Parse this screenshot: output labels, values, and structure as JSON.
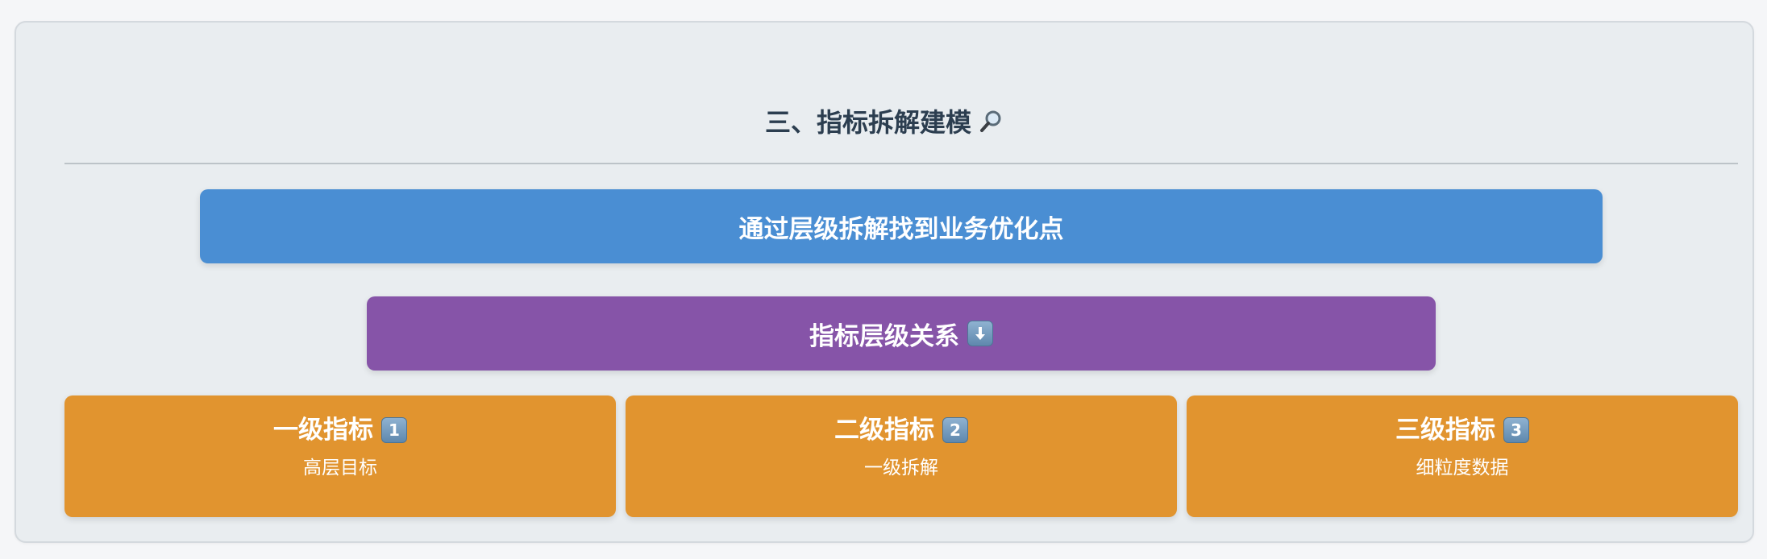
{
  "section": {
    "title": "三、指标拆解建模",
    "title_icon": "magnifying-glass-icon"
  },
  "banner_top": {
    "text": "通过层级拆解找到业务优化点"
  },
  "banner_middle": {
    "text": "指标层级关系",
    "icon": "down-arrow-key-icon"
  },
  "levels": [
    {
      "title": "一级指标",
      "badge": "1",
      "subtitle": "高层目标"
    },
    {
      "title": "二级指标",
      "badge": "2",
      "subtitle": "一级拆解"
    },
    {
      "title": "三级指标",
      "badge": "3",
      "subtitle": "细粒度数据"
    }
  ],
  "colors": {
    "background": "#e9edf0",
    "title": "#2c3e50",
    "blue": "#4a8ed3",
    "purple": "#8654a8",
    "orange": "#e1942f"
  }
}
